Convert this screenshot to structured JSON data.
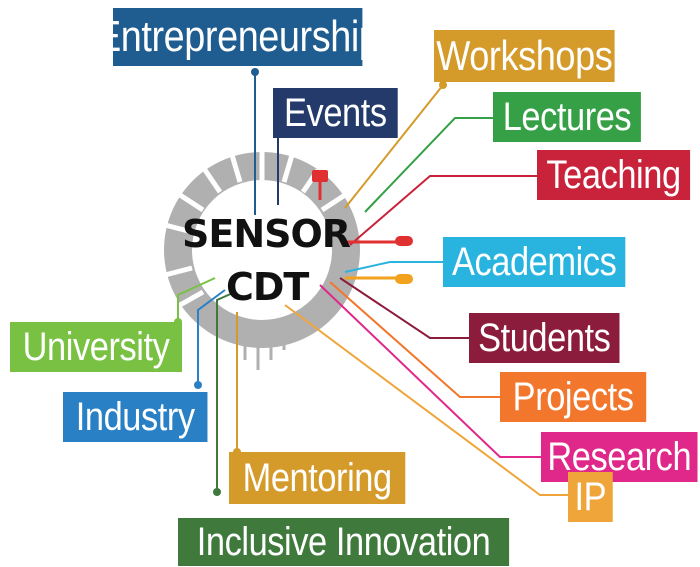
{
  "hub": {
    "line1": "SENSOR",
    "line2": "CDT",
    "chip_color": "#a8a8a8"
  },
  "labels": {
    "entrepreneurship": {
      "text": "Entrepreneurship",
      "color": "#1f5c8f"
    },
    "events": {
      "text": "Events",
      "color": "#233a6b"
    },
    "workshops": {
      "text": "Workshops",
      "color": "#d49a2a"
    },
    "lectures": {
      "text": "Lectures",
      "color": "#36a047"
    },
    "teaching": {
      "text": "Teaching",
      "color": "#c8233b"
    },
    "academics": {
      "text": "Academics",
      "color": "#29b4e0"
    },
    "students": {
      "text": "Students",
      "color": "#8c1c3c"
    },
    "projects": {
      "text": "Projects",
      "color": "#f2762b"
    },
    "research": {
      "text": "Research",
      "color": "#e0288a"
    },
    "ip": {
      "text": "IP",
      "color": "#f0a53a"
    },
    "university": {
      "text": "University",
      "color": "#78c142"
    },
    "industry": {
      "text": "Industry",
      "color": "#2a80c4"
    },
    "mentoring": {
      "text": "Mentoring",
      "color": "#d49a2a"
    },
    "inclusive_innovation": {
      "text": "Inclusive Innovation",
      "color": "#3f7a3c"
    }
  }
}
